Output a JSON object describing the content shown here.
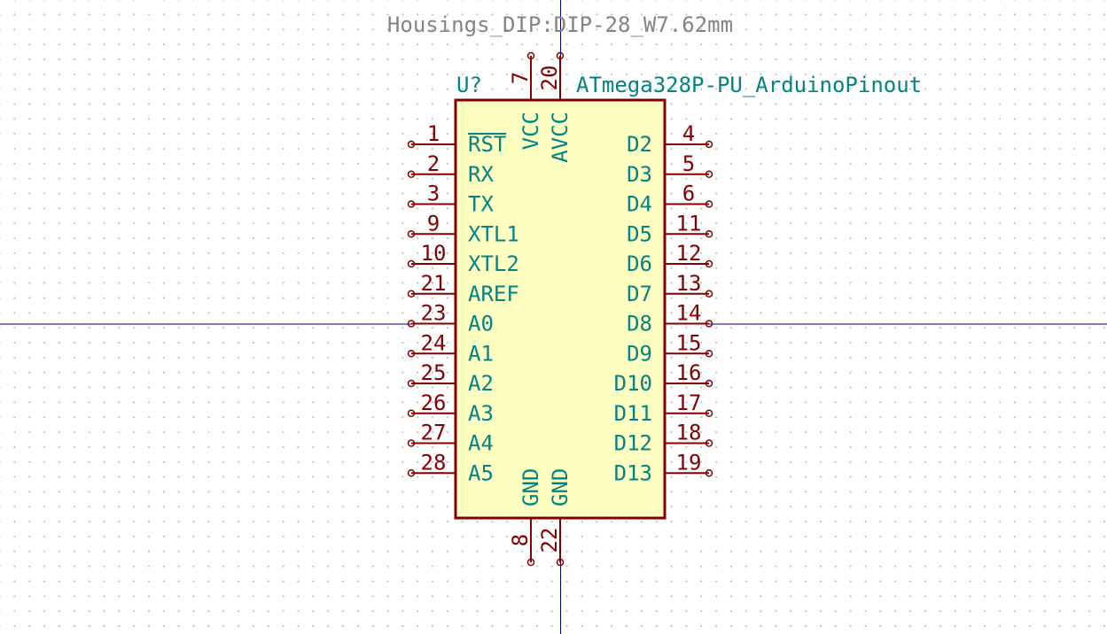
{
  "footprint": "Housings_DIP:DIP-28_W7.62mm",
  "reference": "U?",
  "value": "ATmega328P-PU_ArduinoPinout",
  "pins": {
    "top": [
      {
        "num": "7",
        "name": "VCC"
      },
      {
        "num": "20",
        "name": "AVCC"
      }
    ],
    "bottom": [
      {
        "num": "8",
        "name": "GND"
      },
      {
        "num": "22",
        "name": "GND"
      }
    ],
    "left": [
      {
        "num": "1",
        "name": "RST",
        "overbar": true
      },
      {
        "num": "2",
        "name": "RX"
      },
      {
        "num": "3",
        "name": "TX"
      },
      {
        "num": "9",
        "name": "XTL1"
      },
      {
        "num": "10",
        "name": "XTL2"
      },
      {
        "num": "21",
        "name": "AREF"
      },
      {
        "num": "23",
        "name": "A0"
      },
      {
        "num": "24",
        "name": "A1"
      },
      {
        "num": "25",
        "name": "A2"
      },
      {
        "num": "26",
        "name": "A3"
      },
      {
        "num": "27",
        "name": "A4"
      },
      {
        "num": "28",
        "name": "A5"
      }
    ],
    "right": [
      {
        "num": "4",
        "name": "D2"
      },
      {
        "num": "5",
        "name": "D3"
      },
      {
        "num": "6",
        "name": "D4"
      },
      {
        "num": "11",
        "name": "D5"
      },
      {
        "num": "12",
        "name": "D6"
      },
      {
        "num": "13",
        "name": "D7"
      },
      {
        "num": "14",
        "name": "D8"
      },
      {
        "num": "15",
        "name": "D9"
      },
      {
        "num": "16",
        "name": "D10"
      },
      {
        "num": "17",
        "name": "D11"
      },
      {
        "num": "18",
        "name": "D12"
      },
      {
        "num": "19",
        "name": "D13"
      }
    ]
  },
  "colors": {
    "body_fill": "#ffffc2",
    "body_stroke": "#840000",
    "pin": "#840000",
    "pin_name": "#008484",
    "field": "#008484",
    "hidden_field": "#848484",
    "crosshair": "#000084"
  }
}
